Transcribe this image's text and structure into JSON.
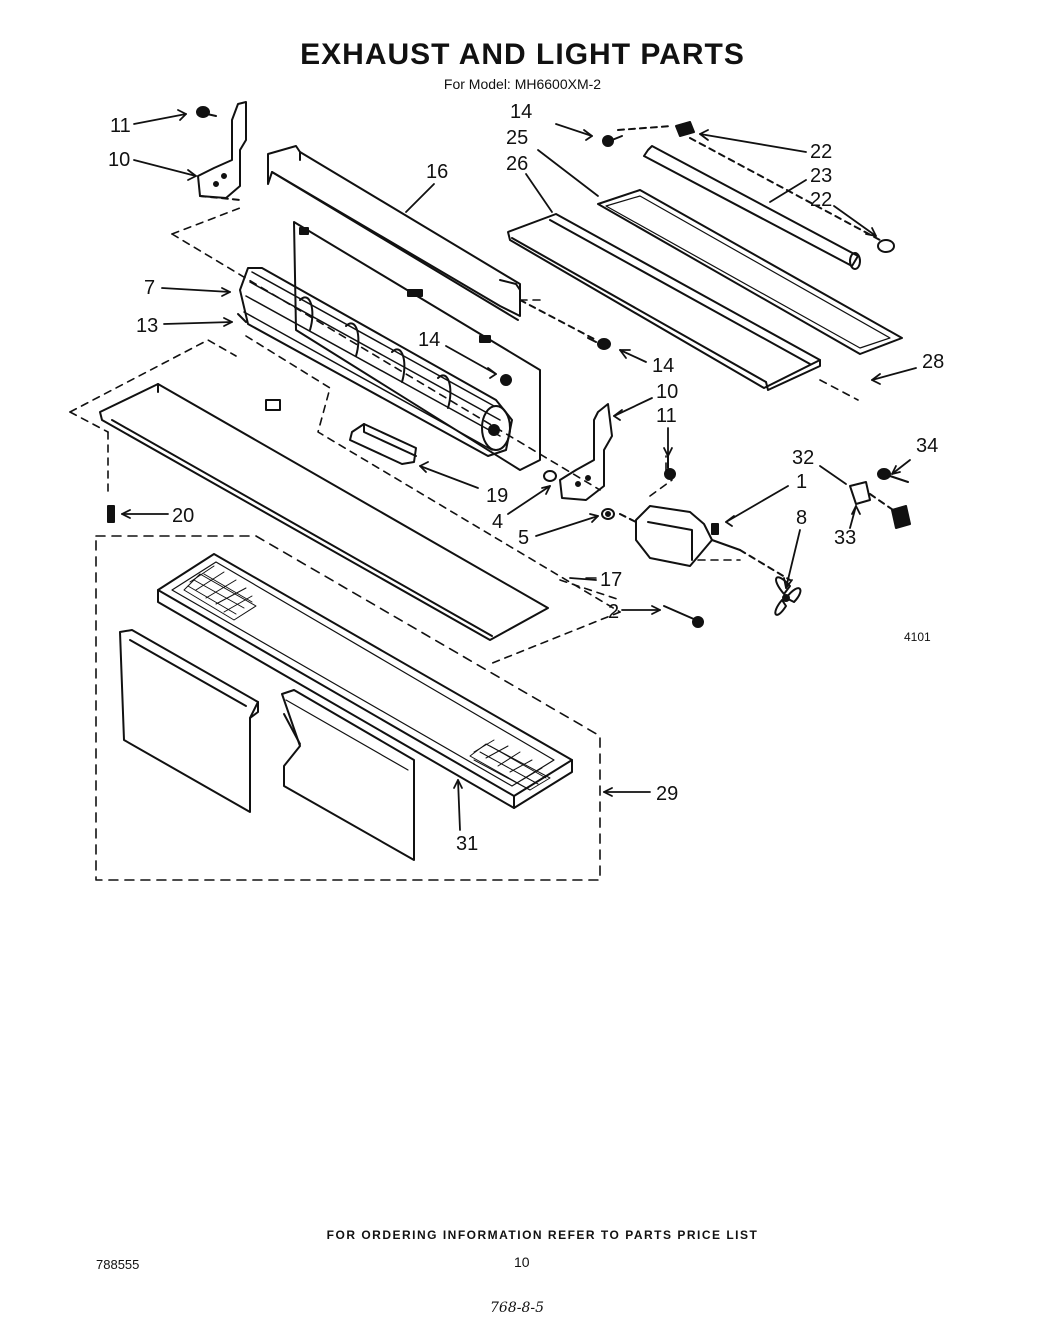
{
  "header": {
    "title": "EXHAUST AND LIGHT PARTS",
    "model_line": "For Model: MH6600XM-2"
  },
  "callouts": [
    {
      "id": "c11a",
      "label": "11"
    },
    {
      "id": "c10a",
      "label": "10"
    },
    {
      "id": "c14a",
      "label": "14"
    },
    {
      "id": "c25",
      "label": "25"
    },
    {
      "id": "c26",
      "label": "26"
    },
    {
      "id": "c22a",
      "label": "22"
    },
    {
      "id": "c23",
      "label": "23"
    },
    {
      "id": "c22b",
      "label": "22"
    },
    {
      "id": "c16",
      "label": "16"
    },
    {
      "id": "c7",
      "label": "7"
    },
    {
      "id": "c13",
      "label": "13"
    },
    {
      "id": "c14b",
      "label": "14"
    },
    {
      "id": "c14c",
      "label": "14"
    },
    {
      "id": "c28",
      "label": "28"
    },
    {
      "id": "c10b",
      "label": "10"
    },
    {
      "id": "c11b",
      "label": "11"
    },
    {
      "id": "c32",
      "label": "32"
    },
    {
      "id": "c34",
      "label": "34"
    },
    {
      "id": "c1",
      "label": "1"
    },
    {
      "id": "c19",
      "label": "19"
    },
    {
      "id": "c4",
      "label": "4"
    },
    {
      "id": "c5",
      "label": "5"
    },
    {
      "id": "c8",
      "label": "8"
    },
    {
      "id": "c33",
      "label": "33"
    },
    {
      "id": "c20",
      "label": "20"
    },
    {
      "id": "c17",
      "label": "17"
    },
    {
      "id": "c2",
      "label": "2"
    },
    {
      "id": "c29",
      "label": "29"
    },
    {
      "id": "c31",
      "label": "31"
    }
  ],
  "figure_number": "4101",
  "footer": {
    "ordering_note": "FOR ORDERING INFORMATION REFER TO PARTS PRICE LIST",
    "doc_number": "788555",
    "page_number": "10",
    "handwritten": "768-8-5"
  }
}
